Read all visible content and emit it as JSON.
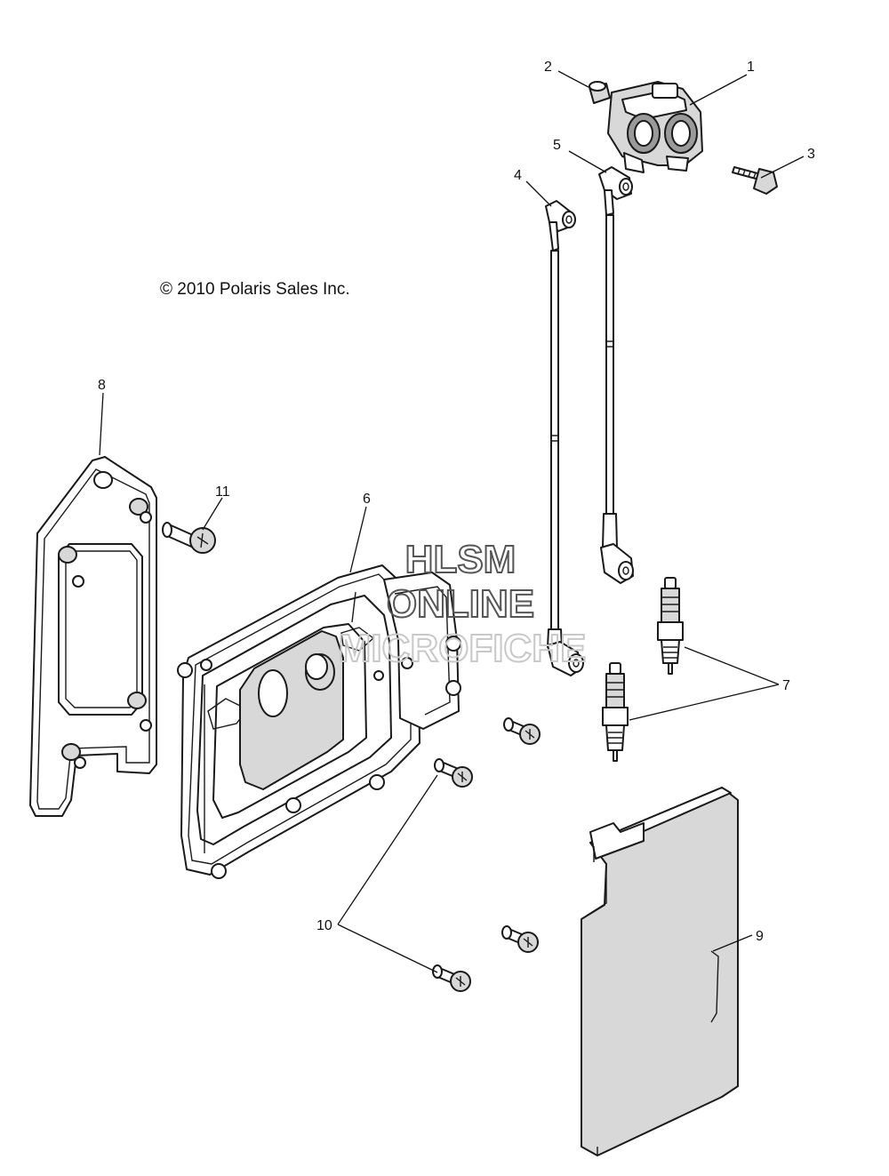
{
  "copyright": "© 2010 Polaris Sales Inc.",
  "watermark": {
    "line1": "HLSM",
    "line2": "ONLINE",
    "line3": "MICROFICHE",
    "color_dark": "#555555",
    "color_light": "#c8c8c8"
  },
  "callouts": {
    "c1": "1",
    "c2": "2",
    "c3": "3",
    "c4": "4",
    "c5": "5",
    "c6": "6",
    "c7": "7",
    "c8": "8",
    "c9": "9",
    "c10": "10",
    "c11": "11"
  }
}
